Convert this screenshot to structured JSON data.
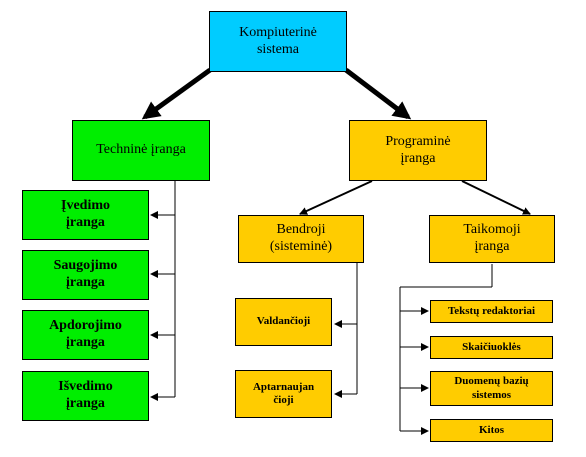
{
  "nodes": {
    "root": "Kompiuterinė\nsistema",
    "hardware": "Techninė įranga",
    "software": "Programinė\nįranga",
    "input": "Įvedimo\nįranga",
    "storage": "Saugojimo\nįranga",
    "processing": "Apdorojimo\nįranga",
    "output": "Išvedimo\nįranga",
    "system": "Bendroji\n(sisteminė)",
    "application": "Taikomoji\nįranga",
    "control": "Valdančioji",
    "service": "Aptarnaujan\nčioji",
    "text_editors": "Tekstų redaktoriai",
    "spreadsheets": "Skaičiuoklės",
    "databases": "Duomenų bazių\nsistemos",
    "other": "Kitos"
  },
  "colors": {
    "root": "#00ccff",
    "hardware_branch": "#00ee00",
    "software_branch": "#ffcc00",
    "lines": "#000000"
  }
}
